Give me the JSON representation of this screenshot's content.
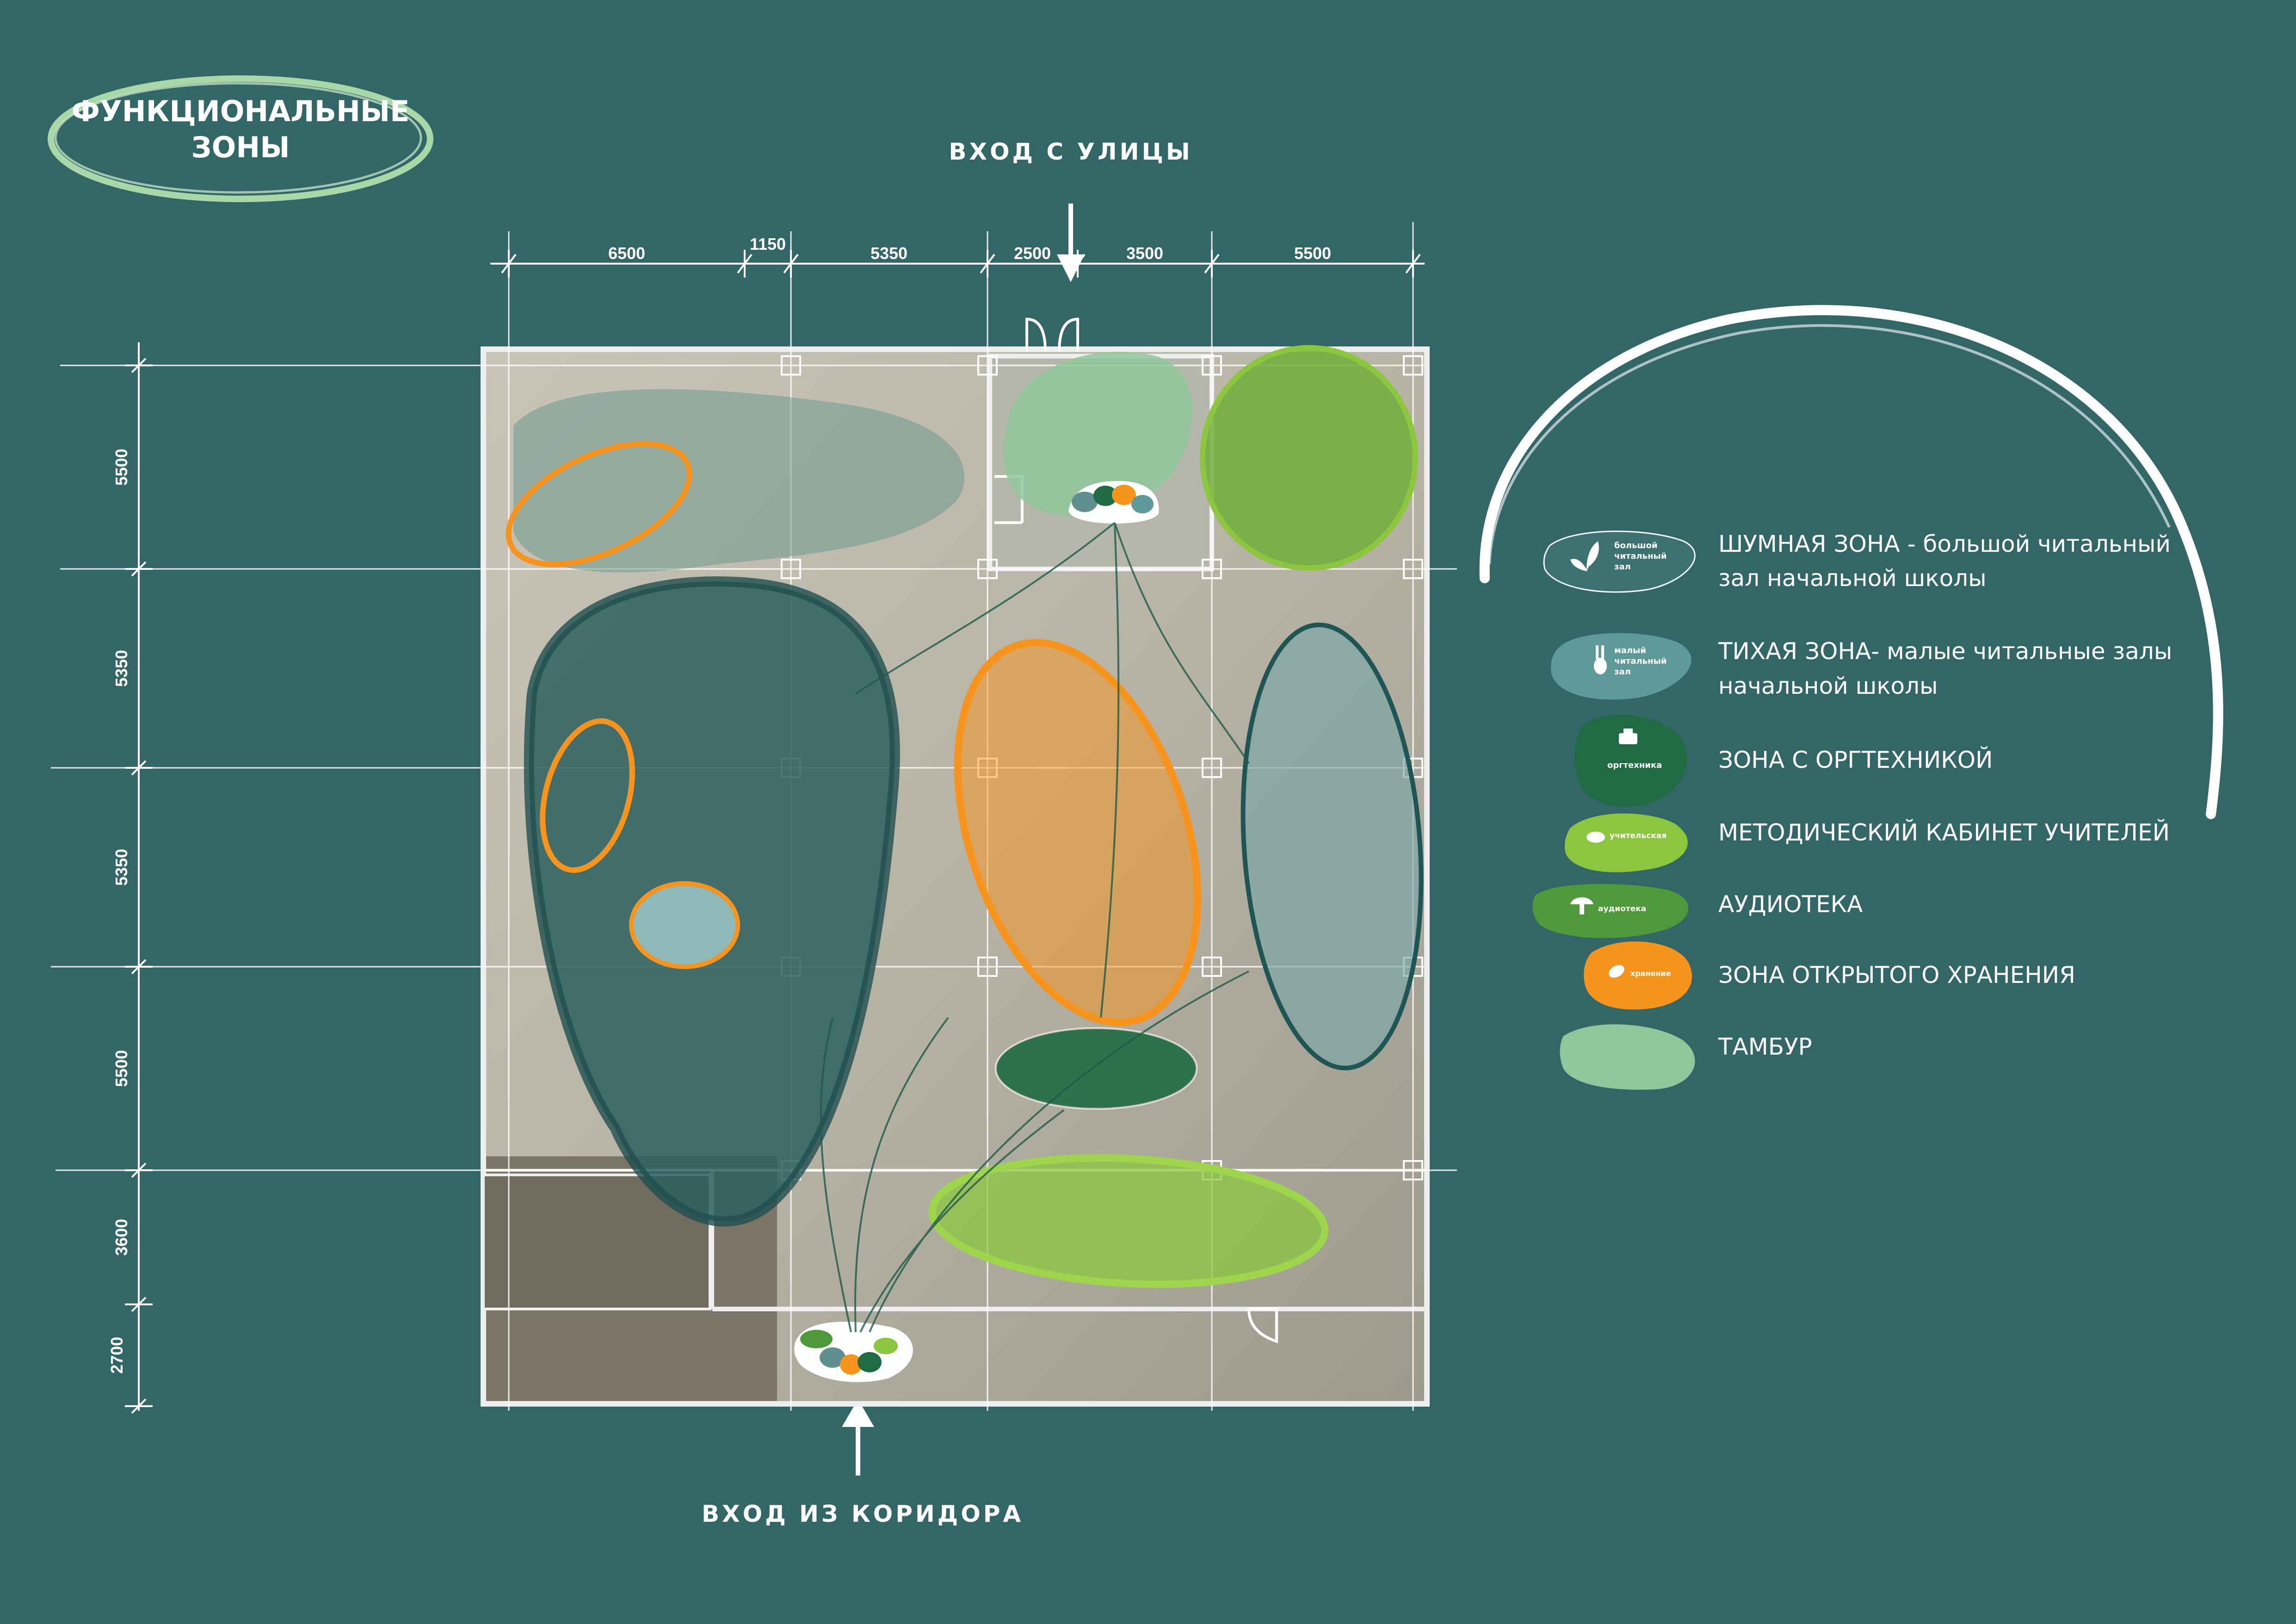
{
  "header": {
    "title_line1": "ФУНКЦИОНАЛЬНЫЕ",
    "title_line2": "ЗОНЫ"
  },
  "entries": {
    "street": "ВХОД С УЛИЦЫ",
    "corridor": "ВХОД ИЗ КОРИДОРА"
  },
  "dimensions": {
    "horizontal": [
      "6500",
      "1150",
      "5350",
      "2500",
      "3500",
      "5500"
    ],
    "vertical": [
      "5500",
      "5350",
      "5350",
      "5500",
      "3600",
      "2700"
    ]
  },
  "legend": {
    "items": [
      {
        "line1": "ШУМНАЯ ЗОНА - большой читальный",
        "line2": "зал начальной школы",
        "blob_text": [
          "большой",
          "читальный",
          "зал"
        ],
        "color": "#5f8f8f",
        "icon": "sprout-icon"
      },
      {
        "line1": "ТИХАЯ ЗОНА- малые читальные залы",
        "line2": "начальной школы",
        "blob_text": [
          "малый",
          "читальный",
          "зал"
        ],
        "color": "#5f9a9a",
        "icon": "rabbit-icon"
      },
      {
        "line1": "ЗОНА С ОРГТЕХНИКОЙ",
        "line2": "",
        "blob_text": [
          "оргтехника"
        ],
        "color": "#1f6b44",
        "icon": "printer-icon"
      },
      {
        "line1": "МЕТОДИЧЕСКИЙ КАБИНЕТ УЧИТЕЛЕЙ",
        "line2": "",
        "blob_text": [
          "учительская"
        ],
        "color": "#8cc63f",
        "icon": "book-icon"
      },
      {
        "line1": "АУДИОТЕКА",
        "line2": "",
        "blob_text": [
          "аудиотека"
        ],
        "color": "#4e9a3a",
        "icon": "mushroom-icon"
      },
      {
        "line1": "ЗОНА ОТКРЫТОГО ХРАНЕНИЯ",
        "line2": "",
        "blob_text": [
          "хранение"
        ],
        "color": "#f7941d",
        "icon": "leaf-icon"
      },
      {
        "line1": "ТАМБУР",
        "line2": "",
        "blob_text": [],
        "color": "#8fc79a",
        "icon": ""
      }
    ]
  },
  "colors": {
    "background": "#336767",
    "orange": "#f7941d",
    "lime": "#8cc63f",
    "teal_dark": "#1f5a5a",
    "mint": "#8fc79a"
  }
}
